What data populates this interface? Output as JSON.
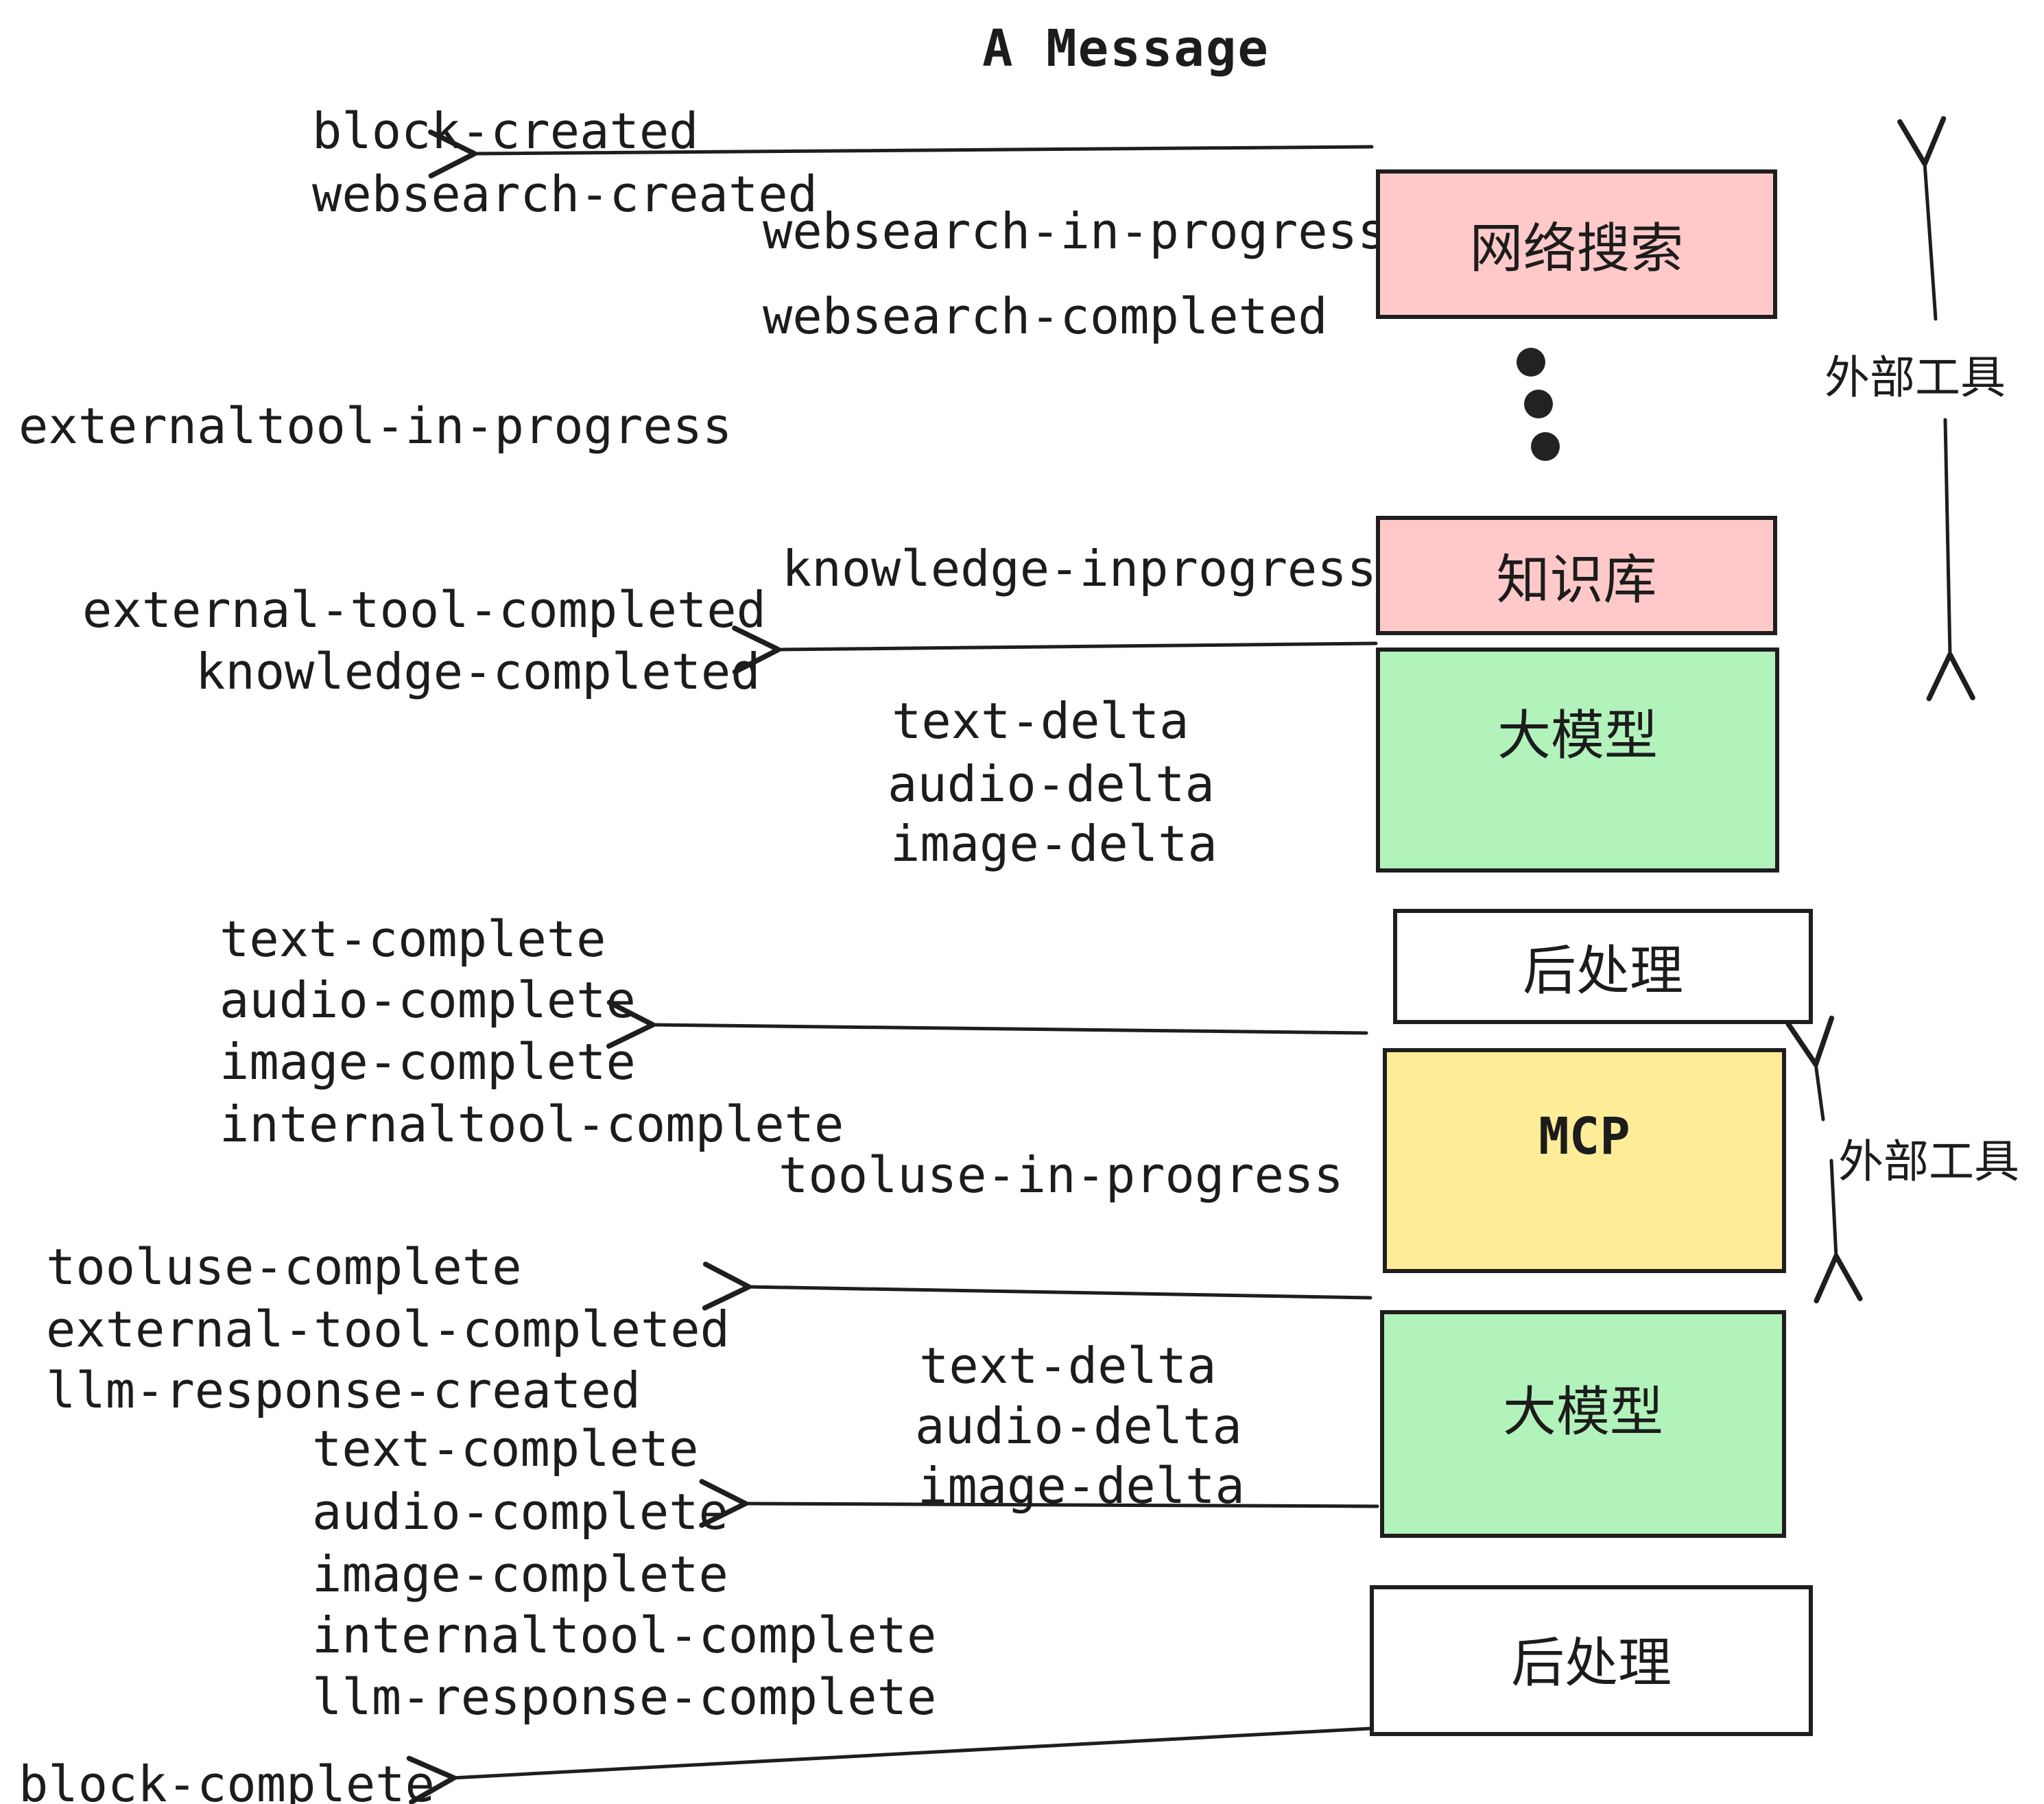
{
  "title": "A Message",
  "colors": {
    "pink_box": "#ffc9c9",
    "green_box": "#b2f2bb",
    "yellow_box": "#ffec99",
    "white_box": "#ffffff",
    "stroke": "#1e1e1e",
    "text": "#1c1c1c"
  },
  "boxes": {
    "websearch": {
      "label": "网络搜索"
    },
    "knowledge": {
      "label": "知识库"
    },
    "llm1": {
      "label": "大模型"
    },
    "post1": {
      "label": "后处理"
    },
    "mcp": {
      "label": "MCP"
    },
    "llm2": {
      "label": "大模型"
    },
    "post2": {
      "label": "后处理"
    }
  },
  "side_labels": {
    "external_tools_top": "外部工具",
    "external_tools_bottom": "外部工具"
  },
  "events": {
    "block_created": "block-created",
    "websearch_created": "websearch-created",
    "websearch_in_progress": "websearch-in-progress",
    "websearch_completed": "websearch-completed",
    "externaltool_in_progress": "externaltool-in-progress",
    "knowledge_inprogress": "knowledge-inprogress",
    "external_tool_completed_1": "external-tool-completed",
    "knowledge_completed": "knowledge-completed",
    "text_delta_1": "text-delta",
    "audio_delta_1": "audio-delta",
    "image_delta_1": "image-delta",
    "text_complete_1": "text-complete",
    "audio_complete_1": "audio-complete",
    "image_complete_1": "image-complete",
    "internaltool_complete_1": "internaltool-complete",
    "tooluse_in_progress": "tooluse-in-progress",
    "tooluse_complete": "tooluse-complete",
    "external_tool_completed_2": "external-tool-completed",
    "llm_response_created": "llm-response-created",
    "text_complete_2": "text-complete",
    "audio_complete_2": "audio-complete",
    "image_complete_2": "image-complete",
    "internaltool_complete_2": "internaltool-complete",
    "llm_response_complete": "llm-response-complete",
    "block_complete": "block-complete"
  }
}
